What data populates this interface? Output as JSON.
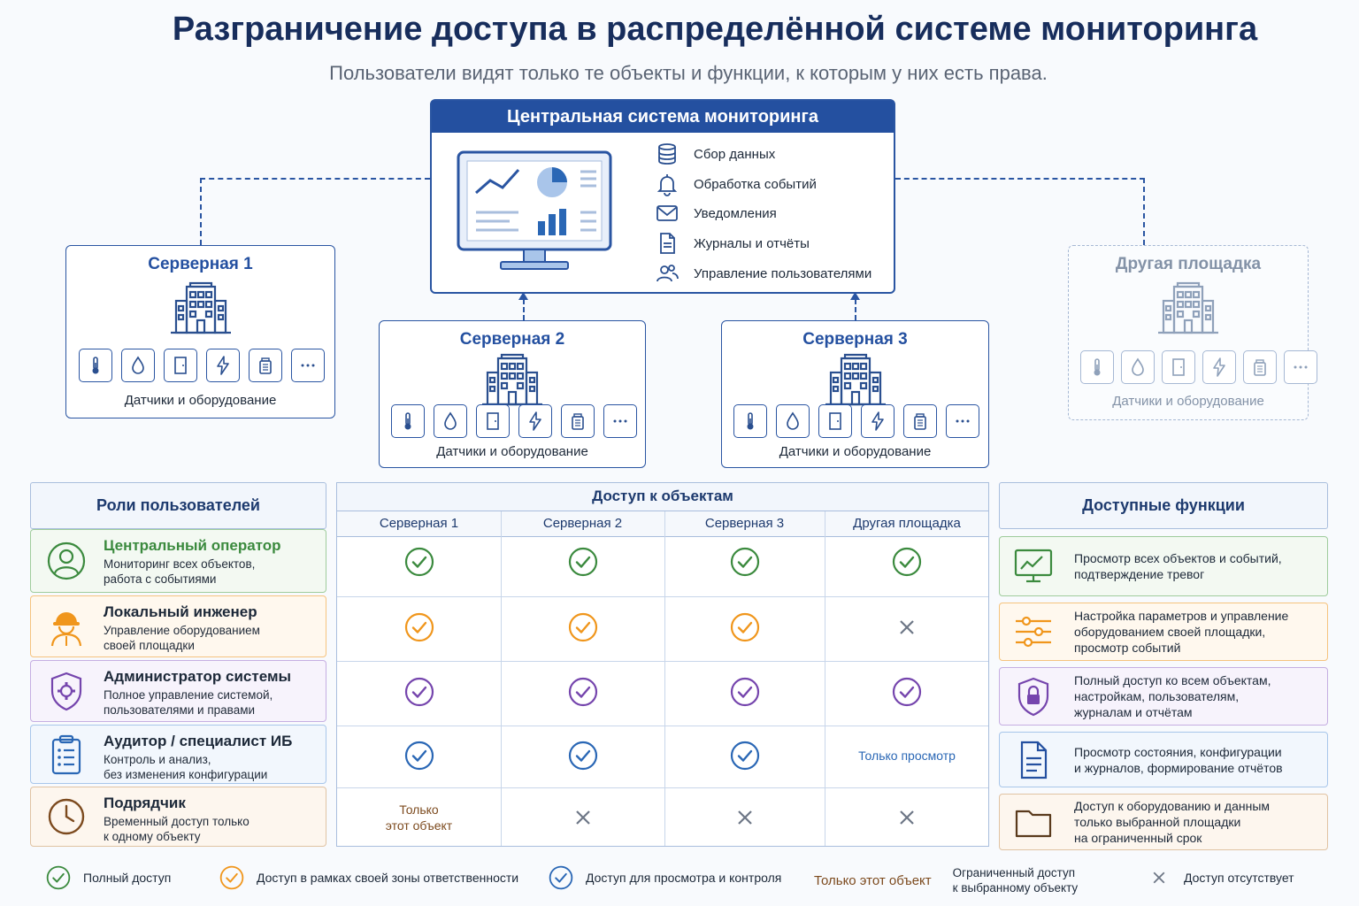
{
  "title": "Разграничение доступа в распределённой системе мониторинга",
  "subtitle": "Пользователи видят только те объекты и функции, к которым у них есть права.",
  "central": {
    "title": "Центральная система мониторинга",
    "functions": [
      {
        "icon": "database-icon",
        "label": "Сбор данных"
      },
      {
        "icon": "bell-icon",
        "label": "Обработка событий"
      },
      {
        "icon": "mail-icon",
        "label": "Уведомления"
      },
      {
        "icon": "document-icon",
        "label": "Журналы и отчёты"
      },
      {
        "icon": "users-icon",
        "label": "Управление пользователями"
      }
    ]
  },
  "sites": [
    {
      "name": "Серверная 1",
      "caption": "Датчики и оборудование"
    },
    {
      "name": "Серверная 2",
      "caption": "Датчики и оборудование"
    },
    {
      "name": "Серверная 3",
      "caption": "Датчики и оборудование"
    },
    {
      "name": "Другая площадка",
      "caption": "Датчики и оборудование"
    }
  ],
  "sensor_icons": [
    "thermometer-icon",
    "drop-icon",
    "door-icon",
    "lightning-icon",
    "device-icon",
    "more-icon"
  ],
  "roles_header": "Роли пользователей",
  "access_header": "Доступ к объектам",
  "functions_header": "Доступные функции",
  "columns": [
    "Серверная 1",
    "Серверная 2",
    "Серверная 3",
    "Другая площадка"
  ],
  "colors": {
    "green": "#3b8a3e",
    "orange": "#f0961c",
    "purple": "#7545ad",
    "blue": "#2a67b5",
    "brown": "#7c4a1e",
    "gray": "#6d7686",
    "navy": "#2450a0"
  },
  "roles": [
    {
      "name": "Центральный оператор",
      "desc": [
        "Мониторинг всех объектов,",
        "работа с событиями"
      ],
      "icon": "person-icon",
      "color": "green",
      "access": [
        {
          "t": "check"
        },
        {
          "t": "check"
        },
        {
          "t": "check"
        },
        {
          "t": "check"
        }
      ],
      "function": [
        "Просмотр всех объектов и событий,",
        "подтверждение тревог"
      ],
      "function_icon": "monitor-chart-icon"
    },
    {
      "name": "Локальный инженер",
      "desc": [
        "Управление оборудованием",
        "своей площадки"
      ],
      "icon": "engineer-icon",
      "color": "orange",
      "access": [
        {
          "t": "check"
        },
        {
          "t": "check"
        },
        {
          "t": "check"
        },
        {
          "t": "cross"
        }
      ],
      "function": [
        "Настройка параметров и управление",
        "оборудованием своей площадки,",
        "просмотр событий"
      ],
      "function_icon": "sliders-icon"
    },
    {
      "name": "Администратор системы",
      "desc": [
        "Полное управление системой,",
        "пользователями и правами"
      ],
      "icon": "shield-gear-icon",
      "color": "purple",
      "access": [
        {
          "t": "check"
        },
        {
          "t": "check"
        },
        {
          "t": "check"
        },
        {
          "t": "check"
        }
      ],
      "function": [
        "Полный доступ ко всем объектам,",
        "настройкам, пользователям,",
        "журналам и отчётам"
      ],
      "function_icon": "shield-lock-icon"
    },
    {
      "name": "Аудитор / специалист ИБ",
      "desc": [
        "Контроль и анализ,",
        "без изменения конфигурации"
      ],
      "icon": "clipboard-icon",
      "color": "blue",
      "access": [
        {
          "t": "check"
        },
        {
          "t": "check"
        },
        {
          "t": "check"
        },
        {
          "t": "text",
          "v": "Только просмотр"
        }
      ],
      "function": [
        "Просмотр состояния, конфигурации",
        "и журналов, формирование отчётов"
      ],
      "function_icon": "document-icon"
    },
    {
      "name": "Подрядчик",
      "desc": [
        "Временный доступ только",
        "к одному объекту"
      ],
      "icon": "clock-icon",
      "color": "brown",
      "access": [
        {
          "t": "text2",
          "v": [
            "Только",
            "этот объект"
          ]
        },
        {
          "t": "cross"
        },
        {
          "t": "cross"
        },
        {
          "t": "cross"
        }
      ],
      "function": [
        "Доступ к оборудованию и данным",
        "только выбранной площадки",
        "на ограниченный срок"
      ],
      "function_icon": "folder-icon"
    }
  ],
  "legend": [
    {
      "kind": "check",
      "color": "green",
      "label": "Полный доступ"
    },
    {
      "kind": "check",
      "color": "orange",
      "label": "Доступ в рамках своей зоны ответственности"
    },
    {
      "kind": "check",
      "color": "blue",
      "label": "Доступ для просмотра и контроля"
    },
    {
      "kind": "text",
      "color": "brown",
      "label": "Только этот объект",
      "desc": [
        "Ограниченный доступ",
        "к выбранному объекту"
      ]
    },
    {
      "kind": "cross",
      "color": "gray",
      "label": "Доступ отсутствует"
    }
  ]
}
